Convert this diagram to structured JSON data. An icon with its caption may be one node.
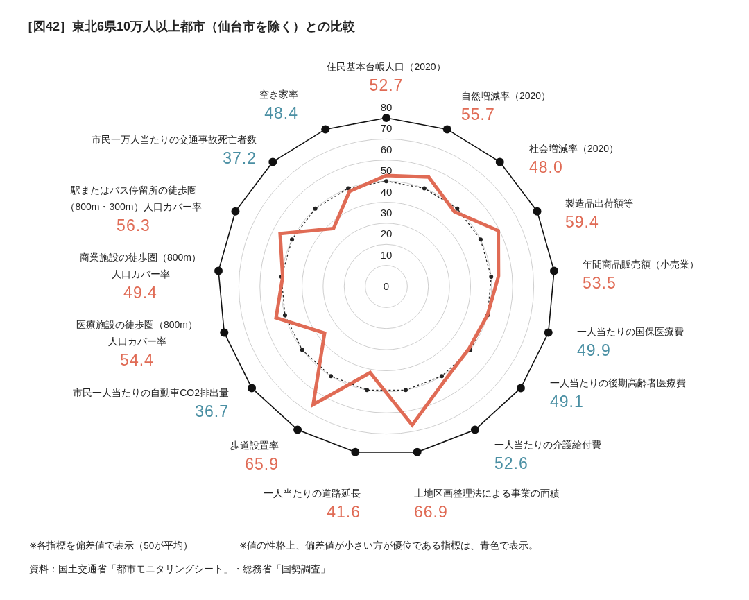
{
  "diagram": {
    "title": "［図42］東北6県10万人以上都市（仙台市を除く）との比較",
    "labels": [
      "住民基本台帳人口（2020）",
      "52.7",
      "自然増減率（2020）",
      "55.7",
      "社会増減率（2020）",
      "48.0",
      "製造品出荷額等",
      "59.4",
      "年間商品販売額（小売業）",
      "53.5",
      "一人当たりの国保医療費",
      "49.9",
      "一人当たりの後期高齢者医療費",
      "49.1",
      "一人当たりの介護給付費",
      "52.6",
      "土地区画整理法による事業の面積",
      "66.9",
      "一人当たりの道路延長",
      "41.6",
      "歩道設置率",
      "65.9",
      "市民一人当たりの自動車CO2排出量",
      "36.7",
      "医療施設の徒歩圏（800m）人口カバー率",
      "54.4",
      "商業施設の徒歩圏（800m）人口カバー率",
      "49.4",
      "駅またはバス停留所の徒歩圏（800m・300m）人口カバー率",
      "56.3",
      "市民一万人当たりの交通事故死亡者数",
      "37.2",
      "空き家率",
      "48.4",
      "80",
      "70",
      "60",
      "50",
      "40",
      "30",
      "20",
      "10",
      "0",
      "※各指標を偏差値で表示（50が平均）",
      "※値の性格上、偏差値が小さい方が優位である指標は、青色で表示。",
      "資料：国土交通省「都市モニタリングシート」・総務省「国勢調査」"
    ]
  }
}
